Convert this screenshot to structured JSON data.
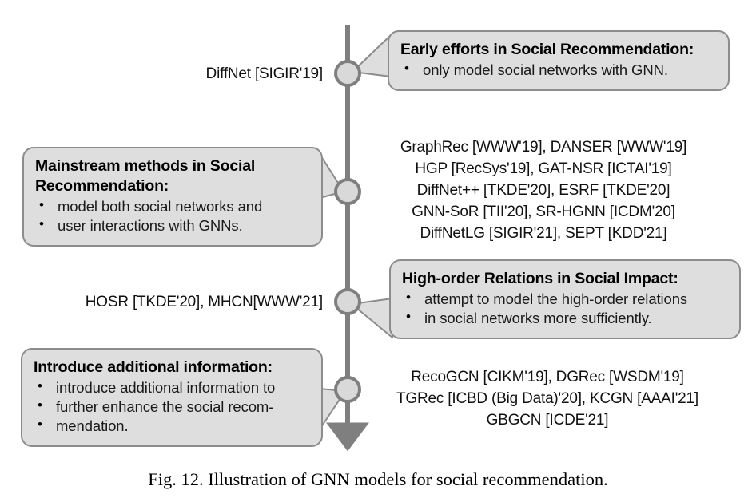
{
  "figure": {
    "caption": "Fig. 12.  Illustration of GNN models for social recommendation."
  },
  "colors": {
    "box_fill": "#dededf",
    "box_border": "#8c8c8c",
    "timeline": "#7f7f7f",
    "node_fill": "#d9d9d9",
    "text": "#111111"
  },
  "timeline": {
    "axis_name": "vertical-timeline-arrow",
    "nodes": [
      {
        "id": "node-1",
        "label": "DiffNet [SIGIR'19]"
      },
      {
        "id": "node-2",
        "label": "Mainstream methods node"
      },
      {
        "id": "node-3",
        "label": "HOSR [TKDE'20], MHCN[WWW'21]"
      },
      {
        "id": "node-4",
        "label": "Introduce additional information node"
      }
    ]
  },
  "stages": [
    {
      "id": "stage-1",
      "side": "right",
      "title": "Early efforts in Social Recommendation:",
      "bullets": [
        "only model social networks with GNN."
      ]
    },
    {
      "id": "stage-2",
      "side": "left",
      "title": "Mainstream methods in Social\nRecommendation:",
      "bullets": [
        "model both social networks and",
        "user interactions with GNNs."
      ]
    },
    {
      "id": "stage-3",
      "side": "right",
      "title": "High-order Relations in Social Impact:",
      "bullets": [
        "attempt to model the high-order relations",
        "in social networks more sufficiently."
      ]
    },
    {
      "id": "stage-4",
      "side": "left",
      "title": "Introduce additional information:",
      "bullets": [
        "introduce additional information to",
        "further enhance the social recom-",
        "mendation."
      ]
    }
  ],
  "model_lists": {
    "node_1_label": "DiffNet [SIGIR'19]",
    "node_2_models": [
      "GraphRec [WWW'19], DANSER [WWW'19]",
      "HGP [RecSys'19], GAT-NSR [ICTAI'19]",
      "DiffNet++ [TKDE'20], ESRF [TKDE'20]",
      "GNN-SoR [TII'20], SR-HGNN [ICDM'20]",
      "DiffNetLG [SIGIR'21], SEPT [KDD'21]"
    ],
    "node_3_label": "HOSR [TKDE'20], MHCN[WWW'21]",
    "node_4_models": [
      "RecoGCN [CIKM'19], DGRec [WSDM'19]",
      "TGRec [ICBD (Big Data)'20], KCGN [AAAI'21]",
      "GBGCN [ICDE'21]"
    ]
  }
}
